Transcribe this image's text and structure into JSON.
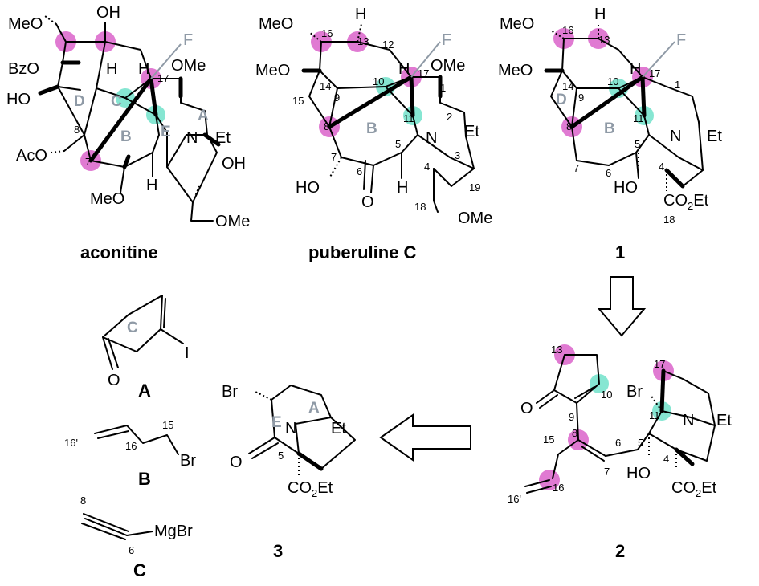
{
  "colors": {
    "pink": "#e07ad2",
    "teal": "#86e6d2",
    "ring": "#8f9aa6"
  },
  "aconitine": {
    "title": "aconitine",
    "atoms": {
      "meo": "MeO",
      "oh": "OH",
      "bzo": "BzO",
      "h": "H",
      "f": "F",
      "ome": "OMe",
      "ho": "HO",
      "n": "N",
      "et": "Et",
      "aco": "AcO",
      "oh2": "OH",
      "meo2": "MeO",
      "h2": "H",
      "ome2": "OMe"
    },
    "numbers": {
      "n17": "17",
      "n8": "8",
      "n7": "7"
    },
    "rings": {
      "c": "C",
      "d": "D",
      "b": "B",
      "e": "E",
      "a": "A"
    }
  },
  "puberuline": {
    "title": "puberuline C",
    "atoms": {
      "meo": "MeO",
      "meo2": "MeO",
      "h": "H",
      "h2": "H",
      "f": "F",
      "ome": "OMe",
      "n": "N",
      "et": "Et",
      "ho": "HO",
      "o": "O",
      "h3": "H",
      "ome2": "OMe"
    },
    "numbers": {
      "n16": "16",
      "n13": "13",
      "n12": "12",
      "n14": "14",
      "n10": "10",
      "n17": "17",
      "n1": "1",
      "n9": "9",
      "n15": "15",
      "n2": "2",
      "n11": "11",
      "n8": "8",
      "n3": "3",
      "n5": "5",
      "n7": "7",
      "n4": "4",
      "n6": "6",
      "n19": "19",
      "n18": "18"
    },
    "rings": {
      "b": "B"
    }
  },
  "compound1": {
    "title": "1",
    "atoms": {
      "meo": "MeO",
      "meo2": "MeO",
      "h": "H",
      "h2": "H",
      "f": "F",
      "n": "N",
      "et": "Et",
      "ho": "HO",
      "co2et": "CO",
      "co2et_sub": "2",
      "co2et_tail": "Et"
    },
    "numbers": {
      "n16": "16",
      "n13": "13",
      "n14": "14",
      "n10": "10",
      "n17": "17",
      "n1": "1",
      "n9": "9",
      "n11": "11",
      "n8": "8",
      "n5": "5",
      "n7": "7",
      "n6": "6",
      "n4": "4",
      "n18": "18"
    },
    "rings": {
      "d": "D",
      "b": "B"
    }
  },
  "compound2": {
    "title": "2",
    "atoms": {
      "o": "O",
      "br": "Br",
      "n": "N",
      "et": "Et",
      "ho": "HO",
      "co2et": "CO",
      "co2et_sub": "2",
      "co2et_tail": "Et"
    },
    "numbers": {
      "n13": "13",
      "n17": "17",
      "n10": "10",
      "n11": "11",
      "n9": "9",
      "n15": "15",
      "n8": "8",
      "n5": "5",
      "n6": "6",
      "n7": "7",
      "n4": "4",
      "n16": "16",
      "n16p": "16'"
    }
  },
  "compound3": {
    "title": "3",
    "atoms": {
      "br": "Br",
      "n": "N",
      "et": "Et",
      "o": "O",
      "co2et": "CO",
      "co2et_sub": "2",
      "co2et_tail": "Et"
    },
    "numbers": {
      "n5": "5"
    },
    "rings": {
      "e": "E",
      "a": "A"
    }
  },
  "fragA": {
    "label": "A",
    "atoms": {
      "o": "O",
      "i": "I"
    },
    "rings": {
      "c": "C"
    }
  },
  "fragB": {
    "label": "B",
    "atoms": {
      "br": "Br"
    },
    "numbers": {
      "n15": "15",
      "n16": "16",
      "n16p": "16'"
    }
  },
  "fragC": {
    "label": "C",
    "atoms": {
      "mgbr": "MgBr"
    },
    "numbers": {
      "n8": "8",
      "n6": "6"
    }
  }
}
